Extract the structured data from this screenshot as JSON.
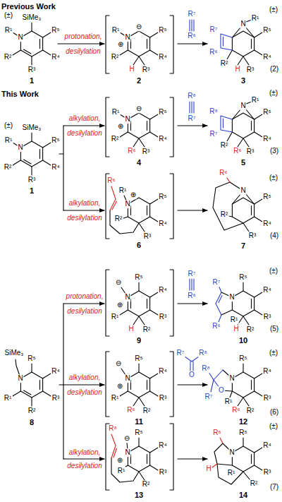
{
  "diagram": {
    "labels": [
      "Previous Work",
      "(±)",
      "SiMe₃",
      "R¹",
      "N",
      "R⁵",
      "R⁴",
      "R³",
      "R²",
      "1",
      "protonation,",
      "desilylation",
      "R¹",
      "N",
      "⊕",
      "⊖",
      "R⁵",
      "R⁴",
      "H",
      "R³",
      "R²",
      "2",
      "R⁷",
      "R⁶",
      "(±)",
      "N",
      "R¹",
      "R⁷",
      "R⁶",
      "R⁵",
      "R⁴",
      "H",
      "R³",
      "R²",
      "3",
      "(2)",
      "This Work",
      "(±)",
      "SiMe₃",
      "R¹",
      "N",
      "R⁵",
      "R⁴",
      "R³",
      "R²",
      "1",
      "alkylation,",
      "desilylation",
      "R¹",
      "N",
      "⊕",
      "⊖",
      "R⁵",
      "R⁴",
      "R⁶",
      "R³",
      "R²",
      "4",
      "R⁸",
      "R⁷",
      "(±)",
      "N",
      "R¹",
      "R⁸",
      "R⁷",
      "R⁵",
      "R⁴",
      "R⁶",
      "R³",
      "R²",
      "5",
      "(3)",
      "alkylation,",
      "desilylation",
      "R⁶",
      "R¹",
      "N",
      "⊕",
      "R⁵",
      "R⁴",
      "R³",
      "R²",
      "6",
      "(±)",
      "R⁶",
      "N",
      "R⁵",
      "R⁴",
      "R³",
      "R²",
      "7",
      "(4)",
      "SiMe₃",
      "N",
      "R⁵",
      "R⁴",
      "R³",
      "R²",
      "R¹",
      "8",
      "protonation,",
      "desilylation",
      "⊖",
      "N",
      "⊕",
      "R⁵",
      "R⁴",
      "R³",
      "H",
      "R²",
      "R¹",
      "9",
      "R⁷",
      "R⁶",
      "(±)",
      "R⁷",
      "R⁶",
      "N",
      "R⁵",
      "R⁴",
      "R³",
      "R¹",
      "H",
      "R²",
      "10",
      "(5)",
      "alkylation,",
      "desilylation",
      "⊖",
      "N",
      "⊕",
      "R⁵",
      "R⁴",
      "R³",
      "R⁶",
      "R²",
      "R¹",
      "11",
      "R⁷",
      "R⁸",
      "O",
      "(±)",
      "R⁸",
      "R⁷",
      "O",
      "N",
      "R⁵",
      "R⁴",
      "R³",
      "R¹",
      "R⁶",
      "R²",
      "12",
      "(6)",
      "alkylation,",
      "desilylation",
      "R⁸",
      "⊖",
      "N",
      "⊕",
      "R⁵",
      "R⁴",
      "R³",
      "R¹",
      "R²",
      "13",
      "(±)",
      "R⁶",
      "N",
      "R⁵",
      "R⁴",
      "R³",
      "H",
      "R¹",
      "R²",
      "14",
      "(7)"
    ]
  }
}
